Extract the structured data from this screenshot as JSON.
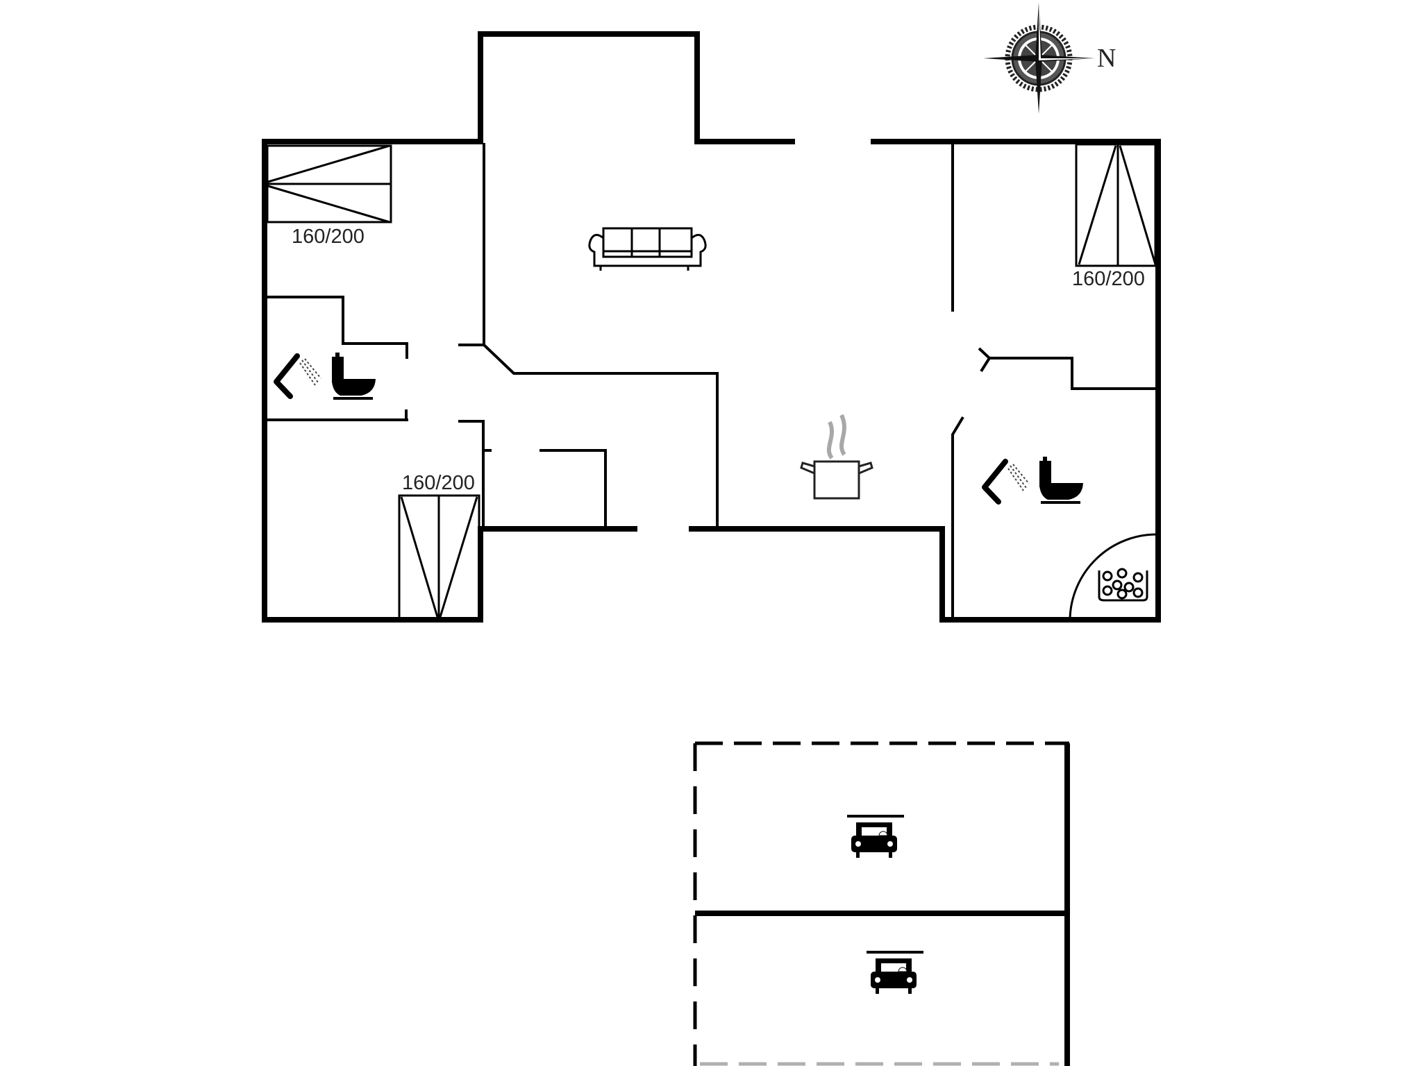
{
  "floorplan": {
    "type": "house floor plan",
    "compass": {
      "label": "N",
      "icon": "compass-rose-icon"
    },
    "colors": {
      "wall": "#000000",
      "background": "#ffffff",
      "steam": "#a0a0a0",
      "carport_dash_bottom": "#b0b0b0"
    },
    "bedrooms": [
      {
        "id": "bedroom-northwest",
        "bed_label": "160/200",
        "icon": "double-bed-icon"
      },
      {
        "id": "bedroom-southwest",
        "bed_label": "160/200",
        "icon": "double-bed-icon"
      },
      {
        "id": "bedroom-northeast",
        "bed_label": "160/200",
        "icon": "double-bed-icon"
      }
    ],
    "bathrooms": [
      {
        "id": "bathroom-west",
        "fixtures": [
          "shower-icon",
          "toilet-icon"
        ]
      },
      {
        "id": "bathroom-east",
        "fixtures": [
          "shower-icon",
          "toilet-icon",
          "hot-tub-icon"
        ]
      }
    ],
    "living_room": {
      "icon": "sofa-icon"
    },
    "kitchen": {
      "icon": "cooking-pot-icon"
    },
    "carport": {
      "spaces": [
        {
          "icon": "car-icon"
        },
        {
          "icon": "car-icon"
        }
      ]
    }
  }
}
